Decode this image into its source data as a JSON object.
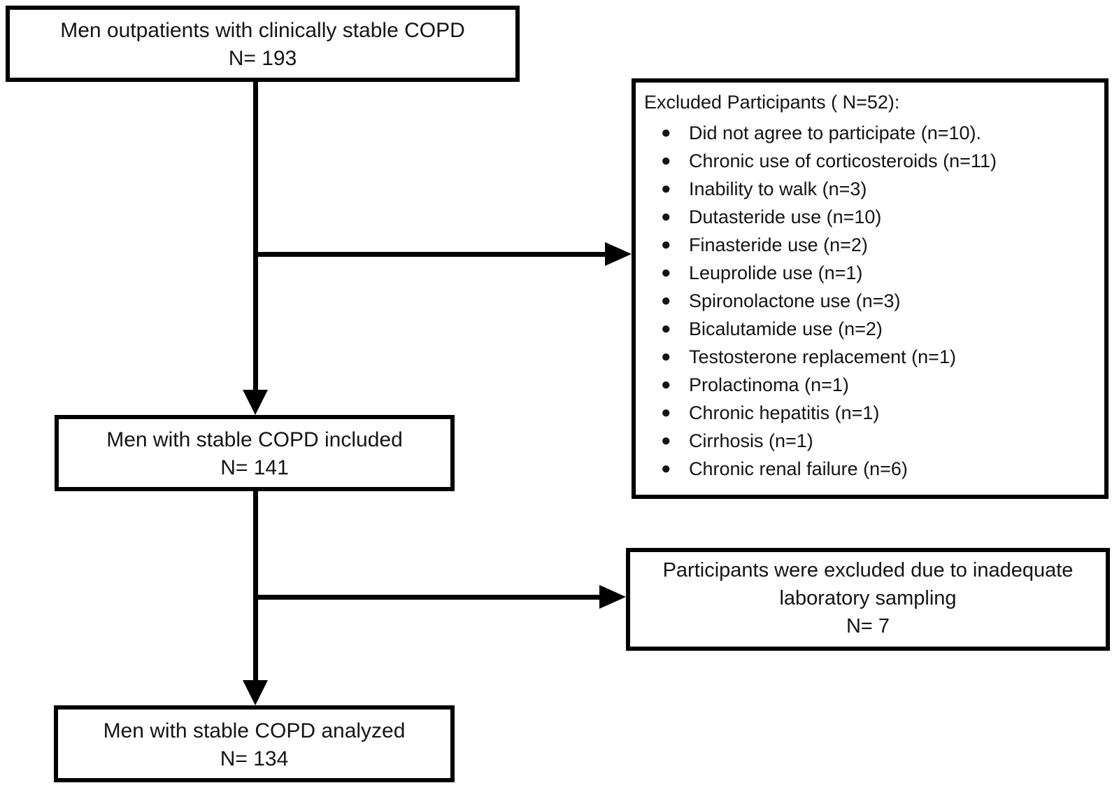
{
  "flow": {
    "top_box": {
      "title": "Men outpatients with clinically stable COPD",
      "count": "N= 193"
    },
    "excluded_box": {
      "title": "Excluded Participants ( N=52):",
      "items": [
        "Did not agree to participate (n=10).",
        "Chronic use of corticosteroids (n=11)",
        "Inability to walk (n=3)",
        "Dutasteride use (n=10)",
        "Finasteride use (n=2)",
        "Leuprolide use (n=1)",
        "Spironolactone use (n=3)",
        "Bicalutamide use (n=2)",
        "Testosterone replacement (n=1)",
        "Prolactinoma (n=1)",
        "Chronic hepatitis (n=1)",
        "Cirrhosis (n=1)",
        "Chronic renal failure (n=6)"
      ]
    },
    "included_box": {
      "title": "Men with stable COPD included",
      "count": "N= 141"
    },
    "lab_box": {
      "line1": "Participants were excluded due to inadequate",
      "line2": "laboratory sampling",
      "count": "N= 7"
    },
    "analyzed_box": {
      "title": "Men with stable COPD analyzed",
      "count": "N= 134"
    }
  },
  "colors": {
    "line": "#000000",
    "text": "#141414",
    "background": "#ffffff"
  }
}
